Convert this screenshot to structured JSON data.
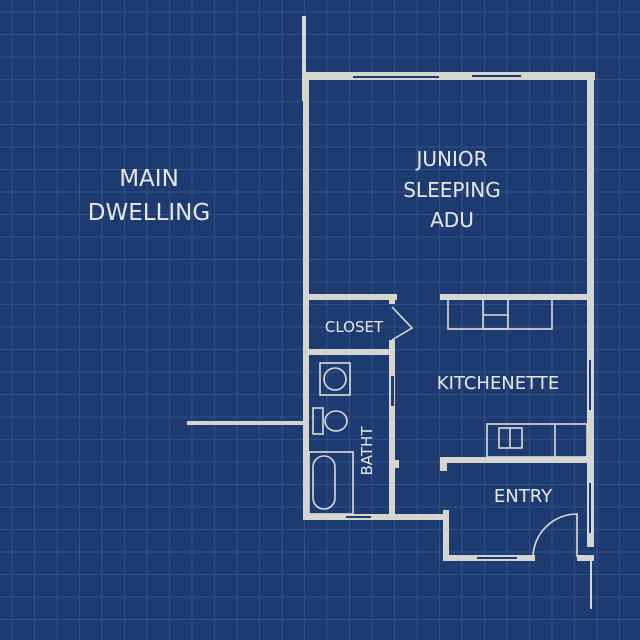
{
  "colors": {
    "background": "#1d3b70",
    "grid": "#3a5a90",
    "wall": "#d6d6d0",
    "fixture": "#dcdcd8",
    "text": "#e8e8e4"
  },
  "labels": {
    "main_dwelling": [
      "MAIN",
      "DWELLING"
    ],
    "junior_adu": [
      "JUNIOR",
      "SLEEPING",
      "ADU"
    ],
    "closet": "CLOSET",
    "kitchenette": "KITCHENETTE",
    "bath": "BATHT",
    "entry": "ENTRY"
  }
}
